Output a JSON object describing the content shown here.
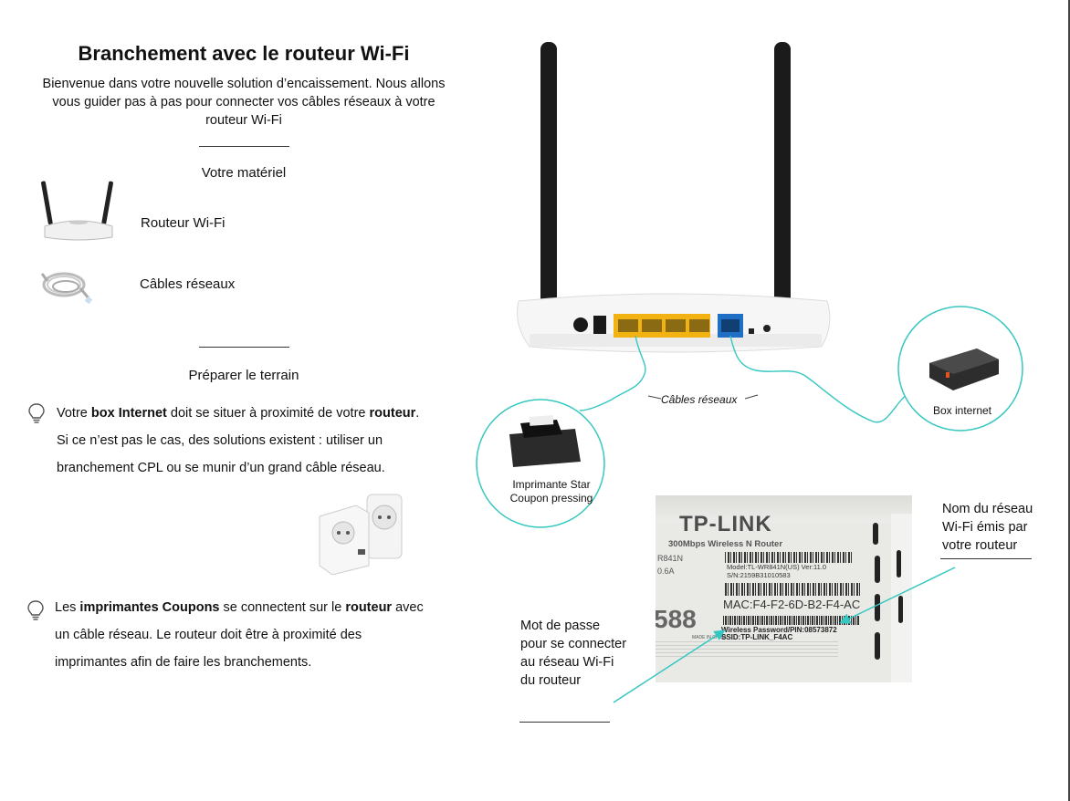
{
  "header": {
    "title": "Branchement avec le routeur Wi-Fi",
    "intro": "Bienvenue dans votre nouvelle solution d’encaissement. Nous allons vous guider pas à pas pour connecter vos câbles réseaux à votre routeur Wi-Fi"
  },
  "materials": {
    "heading": "Votre matériel",
    "items": [
      {
        "label": "Routeur Wi-Fi",
        "icon": "router-icon"
      },
      {
        "label": "Câbles réseaux",
        "icon": "cable-icon"
      }
    ]
  },
  "prepare": {
    "heading": "Préparer le terrain",
    "tip1": {
      "p1": "Votre ",
      "b1": "box Internet",
      "p2": " doit se situer à proximité de votre ",
      "b2": "routeur",
      "p3": ". Si ce n’est pas le cas, des solutions existent : utiliser un branchement CPL ou se munir d’un grand câble réseau."
    },
    "tip2": {
      "p1": "Les ",
      "b1": "imprimantes Coupons",
      "p2": " se connectent sur le ",
      "b2": "routeur",
      "p3": " avec un câble réseau. Le routeur doit être à proximité des imprimantes afin de faire les branchements."
    }
  },
  "diagram": {
    "cables_label": "Câbles réseaux",
    "printer_label": "Imprimante Star Coupon pressing",
    "box_label": "Box internet",
    "wifi_name_note": "Nom du réseau Wi-Fi émis par votre routeur",
    "password_note": "Mot de passe pour se connecter au réseau Wi-Fi du routeur"
  },
  "label_photo": {
    "brand": "TP-LINK",
    "subtitle": "300Mbps Wireless N Router",
    "model": "Model:TL-WR841N(US)   Ver:11.0",
    "serial": "S/N:2159B31010583",
    "mac": "MAC:F4-F2-6D-B2-F4-AC",
    "password": "Wireless Password/PIN:08573872",
    "ssid": "SSID:TP-LINK_F4AC",
    "left_a": "R841N",
    "left_b": "0.6A",
    "left_c": "588",
    "made_in": "MADE IN CHINA"
  },
  "colors": {
    "accent": "#35c7c1",
    "yellow_ports": "#f2b312",
    "blue_port": "#1f6fc4"
  }
}
